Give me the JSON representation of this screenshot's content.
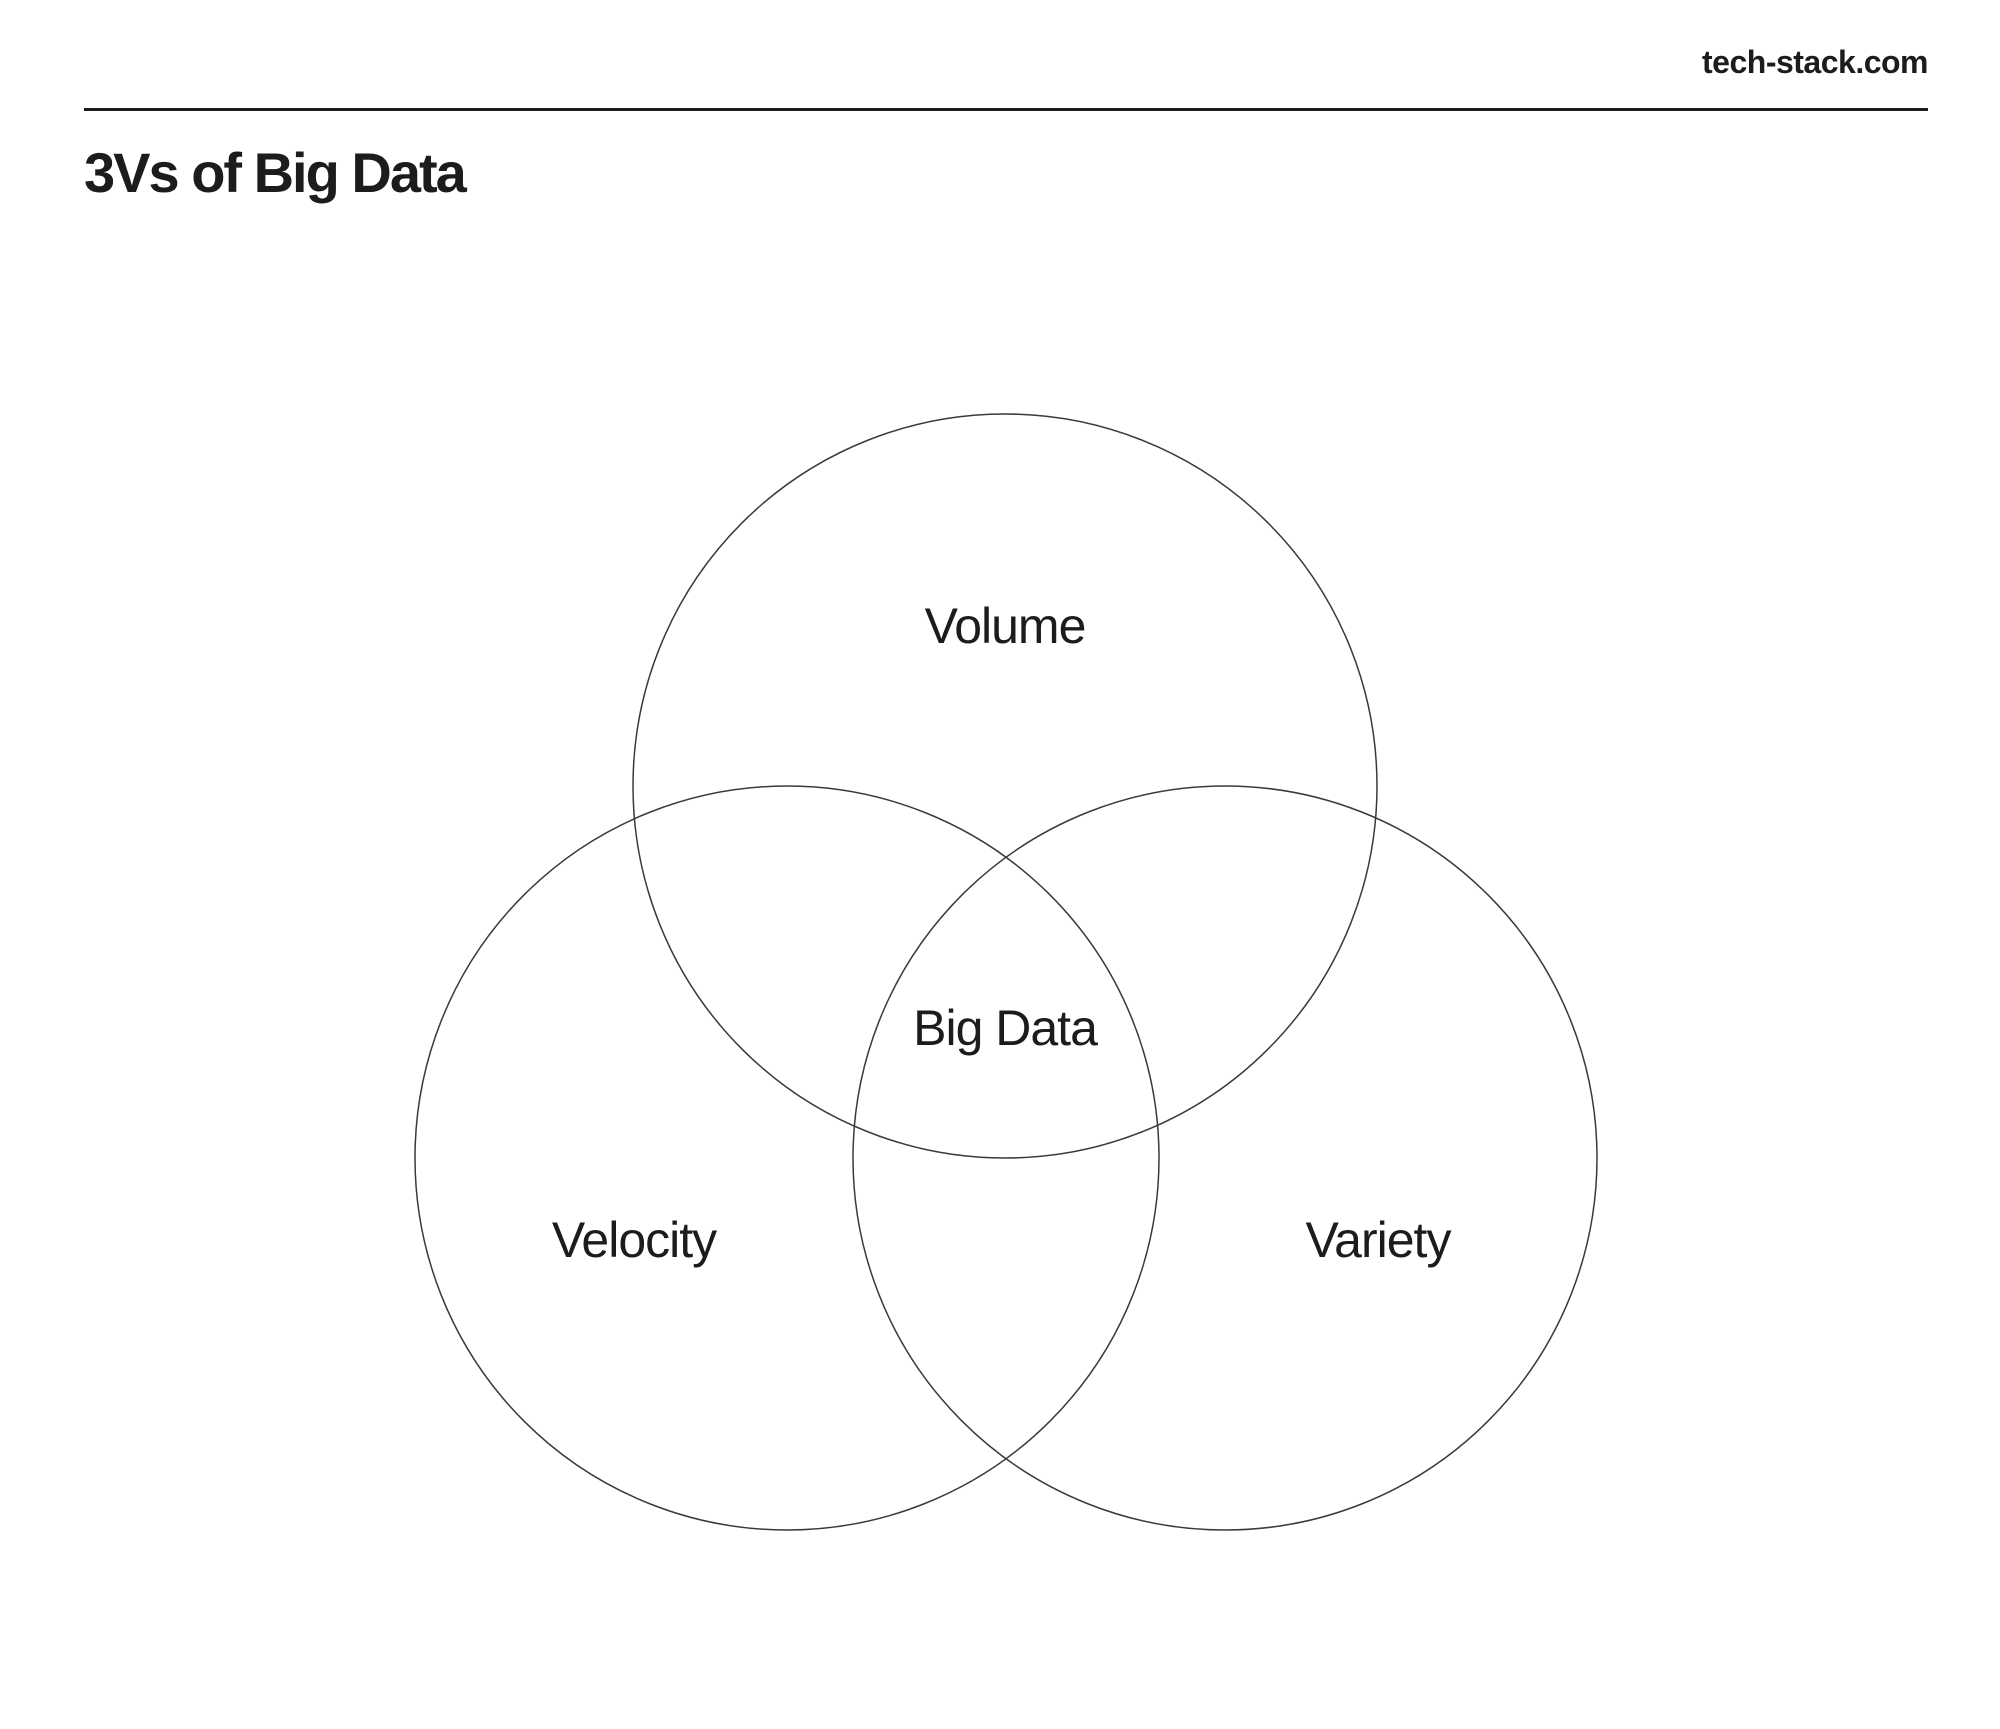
{
  "header": {
    "site_name": "tech-stack.com"
  },
  "page": {
    "title": "3Vs of Big Data"
  },
  "diagram": {
    "type": "venn",
    "sets": [
      {
        "label": "Volume"
      },
      {
        "label": "Velocity"
      },
      {
        "label": "Variety"
      }
    ],
    "center_label": "Big Data"
  },
  "colors": {
    "text": "#1c1c1c",
    "circle_stroke": "#3a3a3a",
    "background": "#ffffff"
  }
}
